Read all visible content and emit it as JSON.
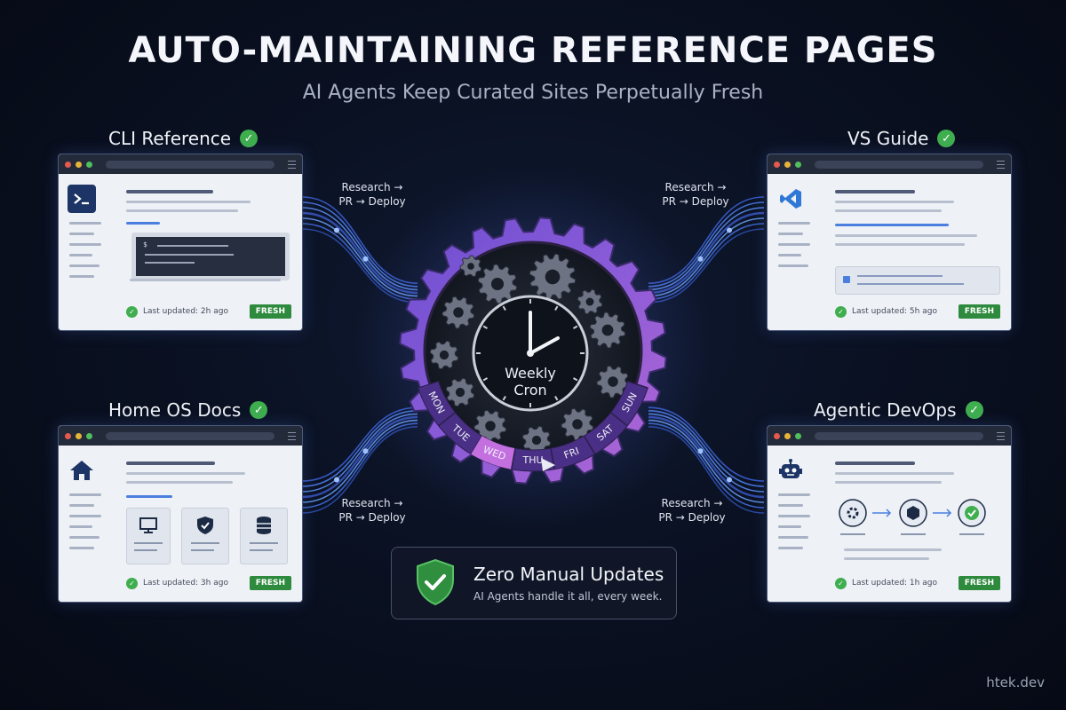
{
  "header": {
    "title": "AUTO-MAINTAINING REFERENCE PAGES",
    "subtitle": "AI Agents Keep Curated Sites Perpetually Fresh"
  },
  "cards": [
    {
      "title": "CLI Reference",
      "last_updated": "Last updated: 2h ago",
      "badge": "FRESH",
      "icon": "terminal-icon",
      "code_prompt": "$"
    },
    {
      "title": "VS Guide",
      "last_updated": "Last updated: 5h ago",
      "badge": "FRESH",
      "icon": "vscode-icon"
    },
    {
      "title": "Home OS Docs",
      "last_updated": "Last updated: 3h ago",
      "badge": "FRESH",
      "icon": "home-icon"
    },
    {
      "title": "Agentic DevOps",
      "last_updated": "Last updated: 1h ago",
      "badge": "FRESH",
      "icon": "robot-icon"
    }
  ],
  "flow_labels": [
    {
      "line1": "Research →",
      "line2": "PR → Deploy"
    },
    {
      "line1": "Research →",
      "line2": "PR → Deploy"
    },
    {
      "line1": "Research →",
      "line2": "PR → Deploy"
    },
    {
      "line1": "Research →",
      "line2": "PR → Deploy"
    }
  ],
  "center": {
    "clock_label_1": "Weekly",
    "clock_label_2": "Cron",
    "days": [
      "MON",
      "TUE",
      "WED",
      "THU",
      "FRI",
      "SAT",
      "SUN"
    ],
    "active_day": "WED"
  },
  "summary": {
    "title": "Zero Manual Updates",
    "subtitle": "AI Agents handle it all, every week."
  },
  "watermark": "htek.dev",
  "colors": {
    "accent_blue": "#4a7fe0",
    "gear_purple": "#8b5bd6",
    "fresh_green": "#2e8a3d",
    "check_green": "#3fae4e"
  }
}
